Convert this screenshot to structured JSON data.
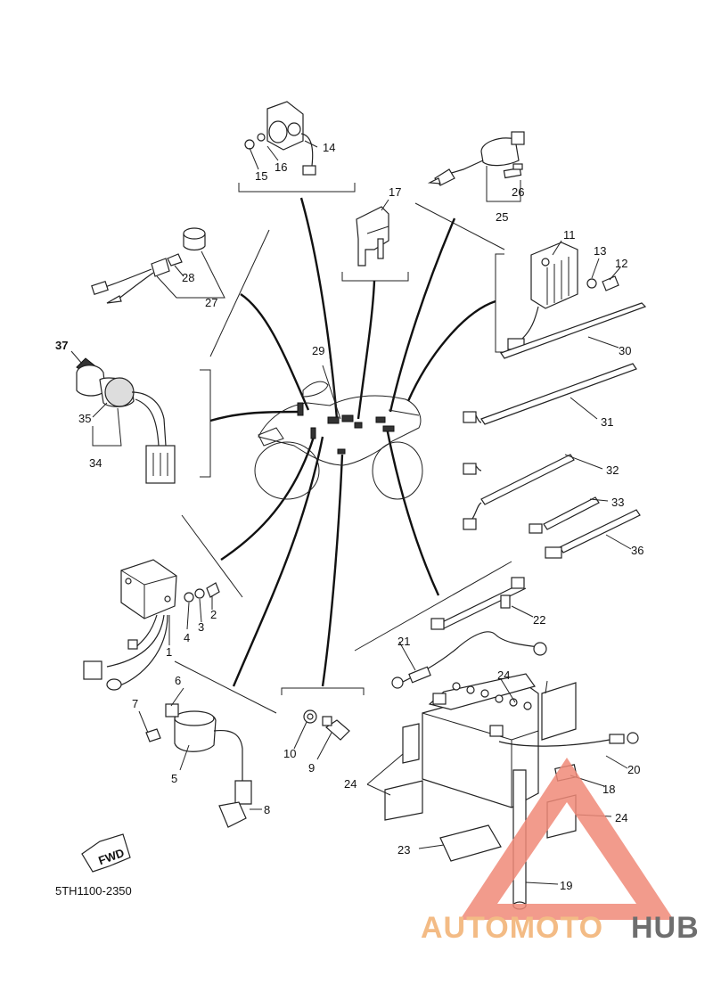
{
  "diagram": {
    "code": "5TH1100-2350",
    "fwd_label": "FWD",
    "labels": {
      "p1": "1",
      "p2": "2",
      "p3": "3",
      "p4": "4",
      "p5": "5",
      "p6": "6",
      "p7": "7",
      "p8": "8",
      "p9": "9",
      "p10": "10",
      "p11": "11",
      "p12": "12",
      "p13": "13",
      "p14": "14",
      "p15": "15",
      "p16": "16",
      "p17": "17",
      "p18": "18",
      "p19": "19",
      "p20": "20",
      "p21": "21",
      "p22": "22",
      "p23": "23",
      "p24a": "24",
      "p24b": "24",
      "p24c": "24",
      "p25": "25",
      "p26": "26",
      "p27": "27",
      "p28": "28",
      "p29": "29",
      "p30": "30",
      "p31": "31",
      "p32": "32",
      "p33": "33",
      "p34": "34",
      "p35": "35",
      "p36": "36",
      "p37": "37"
    }
  },
  "watermark": {
    "part1": "AUTOMOTO",
    "part2": "HUB",
    "color_primary": "#f08a78",
    "color_secondary": "#f3c98a",
    "color_dark": "#555555"
  }
}
